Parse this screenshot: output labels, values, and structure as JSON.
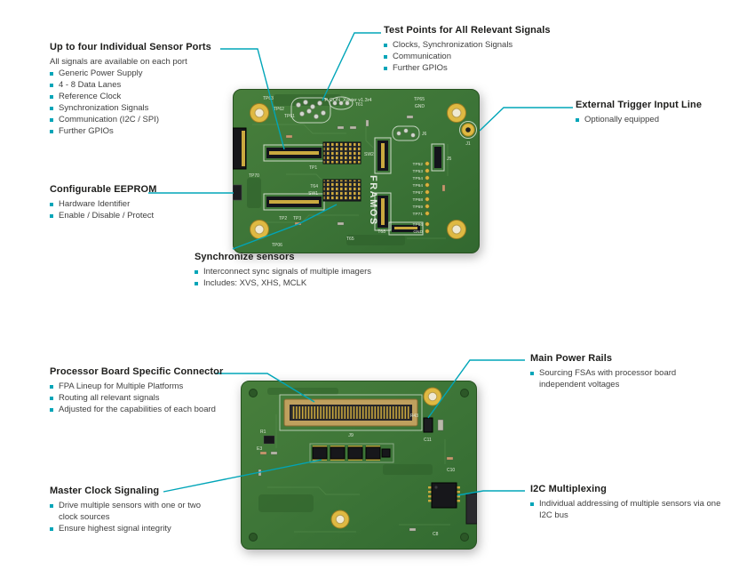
{
  "colors": {
    "accent": "#00a5b8",
    "pcb_green": "#3e7c3a",
    "pad_gold": "#dfb942",
    "heading_text": "#1d1d1b",
    "body_text": "#3f3f3f"
  },
  "callouts": {
    "sensor_ports": {
      "title": "Up to four Individual Sensor Ports",
      "subtitle": "All signals are available on each port",
      "items": [
        "Generic Power Supply",
        "4 - 8 Data Lanes",
        "Reference Clock",
        "Synchronization Signals",
        "Communication (I2C / SPI)",
        "Further GPIOs"
      ]
    },
    "test_points": {
      "title": "Test Points for All Relevant Signals",
      "items": [
        "Clocks, Synchronization Signals",
        "Communication",
        "Further GPIOs"
      ]
    },
    "external_trigger": {
      "title": "External Trigger Input Line",
      "items": [
        "Optionally equipped"
      ]
    },
    "eeprom": {
      "title": "Configurable EEPROM",
      "items": [
        "Hardware Identifier",
        "Enable / Disable / Protect"
      ]
    },
    "synchronize": {
      "title": "Synchronize sensors",
      "items": [
        "Interconnect sync signals of multiple imagers",
        "Includes: XVS, XHS, MCLK"
      ]
    },
    "processor_connector": {
      "title": "Processor Board Specific Connector",
      "items": [
        "FPA Lineup for Multiple Platforms",
        "Routing all relevant signals",
        "Adjusted for the capabilities of each board"
      ]
    },
    "power_rails": {
      "title": "Main Power Rails",
      "items": [
        "Sourcing FSAs with processor board independent voltages"
      ]
    },
    "clock_signaling": {
      "title": "Master Clock Signaling",
      "items": [
        "Drive multiple sensors with one or two clock sources",
        "Ensure highest signal integrity"
      ]
    },
    "i2c_multiplexing": {
      "title": "I2C Multiplexing",
      "items": [
        "Individual addressing of multiple sensors via one I2C bus"
      ]
    }
  },
  "boards": {
    "top": {
      "title": "P-CON_Xavier v1.3r4",
      "brand": "FRAMOS",
      "labels": {
        "tp63": "TP63",
        "tp62": "TP62",
        "tp61": "TP61",
        "t61": "T61",
        "tp65": "TP65",
        "gnd_top": "GND",
        "j1": "J1",
        "j5": "J5",
        "j6": "J6",
        "tp70": "TP70",
        "tp1": "TP1",
        "tp2": "TP2",
        "tp3": "TP3",
        "sw1": "SW1",
        "sw2": "SW2",
        "t64": "T64",
        "t65": "T65",
        "t68": "T68",
        "tp06": "TP06",
        "tp52": "TP52",
        "tp53": "TP53",
        "tp54": "TP54",
        "tp64": "TP64",
        "tp67": "TP67",
        "tp68": "TP68",
        "tp69": "TP69",
        "tp71": "TP71",
        "tp66": "TP66",
        "gnd_bottom": "GND"
      }
    },
    "bottom": {
      "labels": {
        "j9": "J9",
        "r43": "R43",
        "c11": "C11",
        "c10": "C10",
        "c8": "C8",
        "r1": "R1",
        "e3": "E3"
      }
    }
  }
}
